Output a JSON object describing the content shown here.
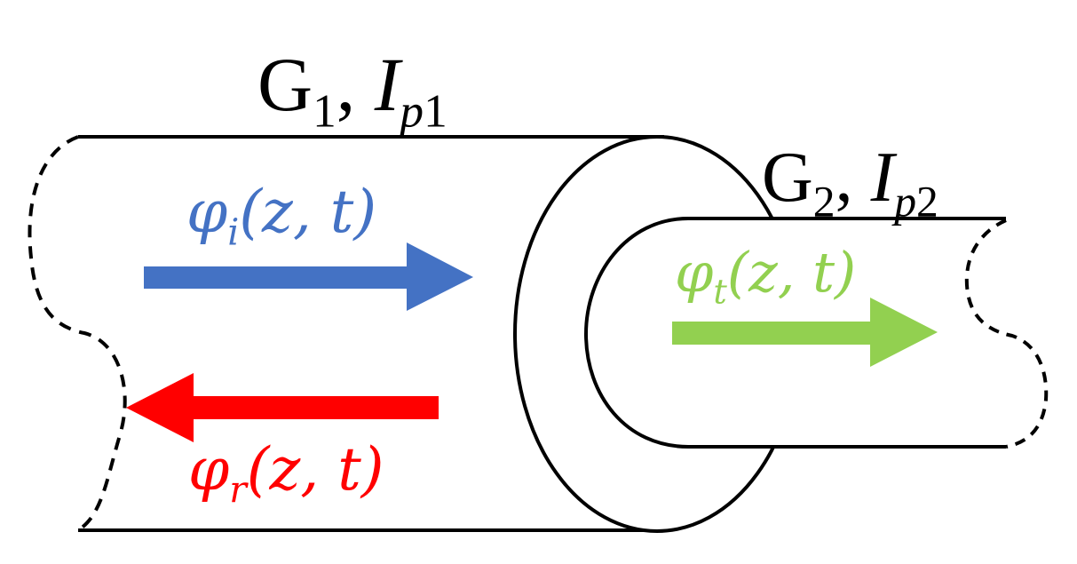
{
  "labels": {
    "shaft1": {
      "symbol_g": "G",
      "sub_g": "1",
      "sep": ",",
      "symbol_i": "I",
      "sub_i_p": "p",
      "sub_i_n": "1"
    },
    "shaft2": {
      "symbol_g": "G",
      "sub_g": "2",
      "sep": ",",
      "symbol_i": "I",
      "sub_i_p": "p",
      "sub_i_n": "2"
    }
  },
  "waves": {
    "incident": {
      "symbol": "φ",
      "sub": "i",
      "args": "(z, t)",
      "color": "#4472c4",
      "direction": "right"
    },
    "reflected": {
      "symbol": "φ",
      "sub": "r",
      "args": "(z, t)",
      "color": "#ff0000",
      "direction": "left"
    },
    "transmitted": {
      "symbol": "φ",
      "sub": "t",
      "args": "(z, t)",
      "color": "#92d050",
      "direction": "right"
    }
  }
}
